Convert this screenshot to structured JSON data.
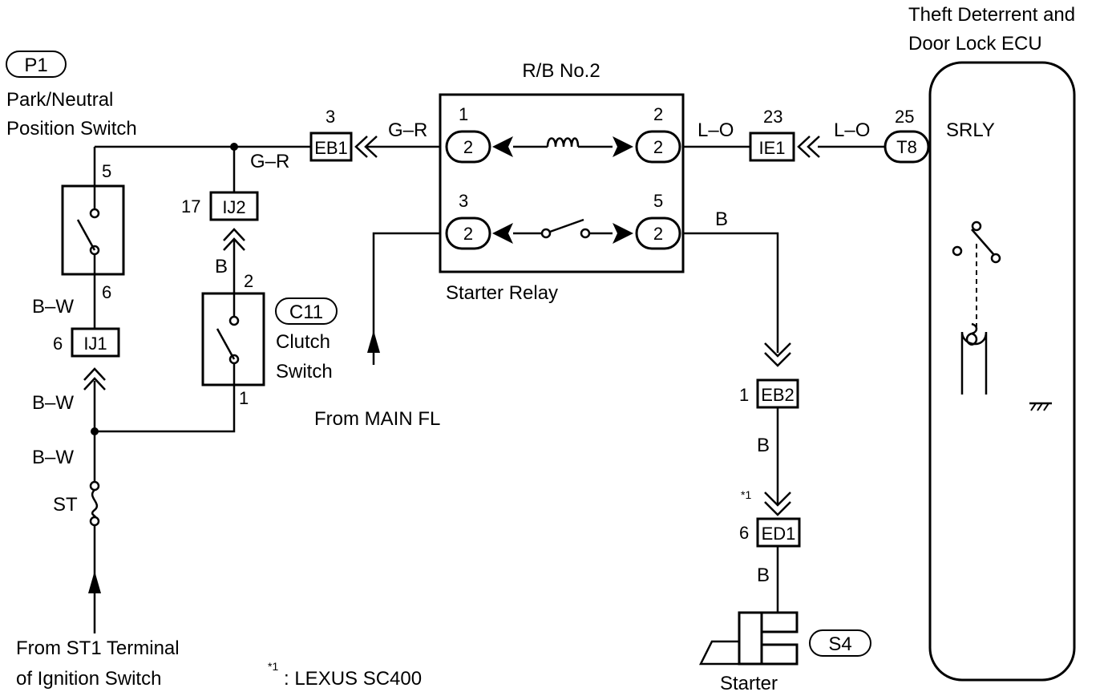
{
  "components": {
    "park_neutral_switch": {
      "tag": "P1",
      "name_line1": "Park/Neutral",
      "name_line2": "Position Switch",
      "pin_top": "5",
      "pin_bottom": "6"
    },
    "clutch_switch": {
      "tag": "C11",
      "name_line1": "Clutch",
      "name_line2": "Switch",
      "pin_top": "2",
      "pin_bottom": "1"
    },
    "relay_block": {
      "title": "R/B No.2",
      "caption": "Starter Relay",
      "pins": [
        "1",
        "2",
        "3",
        "5"
      ],
      "terminal_label": "2"
    },
    "ecu": {
      "name_line1": "Theft Deterrent and",
      "name_line2": "Door Lock ECU",
      "connector": "T8",
      "pin": "25",
      "signal": "SRLY"
    },
    "starter": {
      "tag": "S4",
      "caption": "Starter"
    }
  },
  "connectors": {
    "eb1": {
      "id": "EB1",
      "pin": "3"
    },
    "ij2": {
      "id": "IJ2",
      "pin": "17"
    },
    "ij1": {
      "id": "IJ1",
      "pin": "6"
    },
    "ie1": {
      "id": "IE1",
      "pin": "23"
    },
    "eb2": {
      "id": "EB2",
      "pin": "1"
    },
    "ed1": {
      "id": "ED1",
      "pin": "6",
      "note_ref": "*1"
    }
  },
  "wires": {
    "g_r": "G–R",
    "l_o": "L–O",
    "b": "B",
    "b_w": "B–W"
  },
  "labels": {
    "fuse": "ST",
    "from_main": "From MAIN FL",
    "from_ign_line1": "From ST1 Terminal",
    "from_ign_line2": "of Ignition Switch"
  },
  "footnote": {
    "ref": "*1",
    "text": ": LEXUS SC400"
  }
}
